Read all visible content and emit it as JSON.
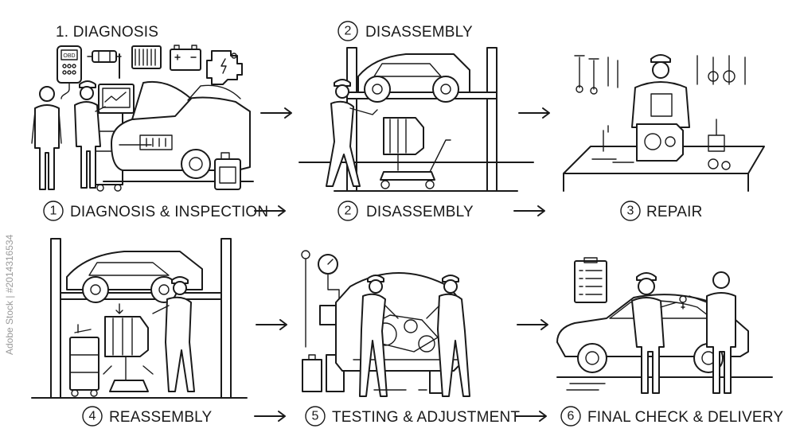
{
  "top_labels": {
    "diagnosis": "1. DIAGNOSIS",
    "disassembly_number": "2",
    "disassembly": "DISASSEMBLY"
  },
  "steps": [
    {
      "number": "1",
      "label": "DIAGNOSIS & INSPECTION"
    },
    {
      "number": "2",
      "label": "DISASSEMBLY"
    },
    {
      "number": "3",
      "label": "REPAIR"
    },
    {
      "number": "4",
      "label": "REASSEMBLY"
    },
    {
      "number": "5",
      "label": "TESTING & ADJUSTMENT"
    },
    {
      "number": "6",
      "label": "FINAL CHECK & DELIVERY"
    }
  ],
  "scanner_text": "OBD",
  "watermark": "Adobe Stock | #2014316534"
}
